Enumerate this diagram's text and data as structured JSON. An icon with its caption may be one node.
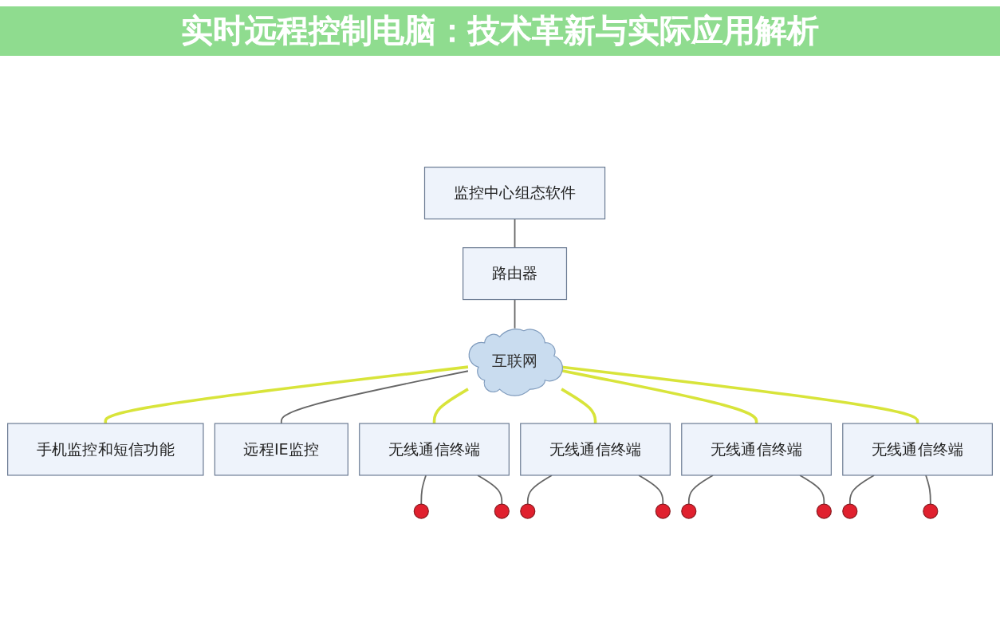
{
  "diagram": {
    "title": "实时远程控制电脑：技术革新与实际应用解析",
    "nodes": [
      {
        "text": [
          "监控中心组态软件"
        ]
      },
      {
        "text": [
          "路由器"
        ]
      },
      {
        "text": [
          "互联网"
        ]
      },
      {
        "text": [
          "手机监控和短信功能"
        ]
      },
      {
        "text": [
          "远程IE监控"
        ]
      },
      {
        "text": [
          "无线通信终端"
        ]
      },
      {
        "text": [
          "无线通信终端"
        ]
      },
      {
        "text": [
          "无线通信终端"
        ]
      },
      {
        "text": [
          "无线通信终端"
        ]
      },
      {
        "text": [],
        "shape": "circle"
      },
      {
        "text": [],
        "shape": "circle"
      },
      {
        "text": [],
        "shape": "circle"
      },
      {
        "text": [],
        "shape": "circle"
      },
      {
        "text": [],
        "shape": "circle"
      },
      {
        "text": [],
        "shape": "circle"
      },
      {
        "text": [],
        "shape": "circle"
      },
      {
        "text": [],
        "shape": "circle"
      }
    ],
    "edges": [
      {
        "from": 0,
        "to": 1,
        "arrow": "none"
      },
      {
        "from": 1,
        "to": 2,
        "arrow": "none"
      },
      {
        "from": 2,
        "to": 3,
        "arrow": "none",
        "color": "#d8e43a"
      },
      {
        "from": 2,
        "to": 4,
        "arrow": "none"
      },
      {
        "from": 2,
        "to": 5,
        "arrow": "none",
        "color": "#d8e43a"
      },
      {
        "from": 2,
        "to": 6,
        "arrow": "none",
        "color": "#d8e43a"
      },
      {
        "from": 2,
        "to": 7,
        "arrow": "none",
        "color": "#d8e43a"
      },
      {
        "from": 2,
        "to": 8,
        "arrow": "none",
        "color": "#d8e43a"
      },
      {
        "from": 5,
        "to": 9,
        "arrow": "none"
      },
      {
        "from": 5,
        "to": 10,
        "arrow": "none"
      },
      {
        "from": 6,
        "to": 11,
        "arrow": "none"
      },
      {
        "from": 6,
        "to": 12,
        "arrow": "none"
      },
      {
        "from": 7,
        "to": 13,
        "arrow": "none"
      },
      {
        "from": 7,
        "to": 14,
        "arrow": "none"
      },
      {
        "from": 8,
        "to": 15,
        "arrow": "none"
      },
      {
        "from": 8,
        "to": 16,
        "arrow": "none"
      }
    ]
  }
}
